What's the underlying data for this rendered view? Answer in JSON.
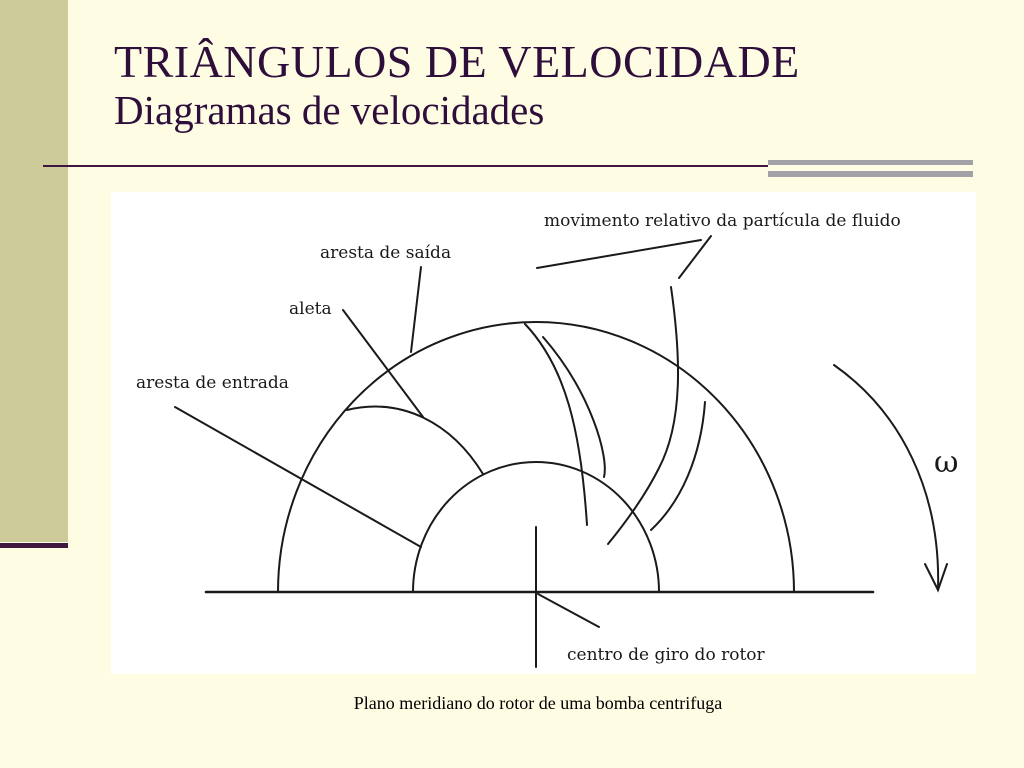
{
  "slide": {
    "title": "TRIÂNGULOS DE VELOCIDADE",
    "subtitle": "Diagramas de velocidades",
    "caption": "Plano meridiano do rotor de uma bomba centrifuga"
  },
  "diagram": {
    "labels": {
      "relative_motion": "movimento relativo da partícula de fluido",
      "outlet_edge": "aresta de saída",
      "vane": "aleta",
      "inlet_edge": "aresta de entrada",
      "omega": "ω",
      "rotor_center": "centro de giro do rotor"
    }
  },
  "colors": {
    "background": "#fefde4",
    "side_band": "#cdcb9a",
    "accent_dark": "#3f1740",
    "title_text": "#2e0f3b",
    "rule_gray": "#a3a1a8",
    "line": "#1a1a1a"
  }
}
